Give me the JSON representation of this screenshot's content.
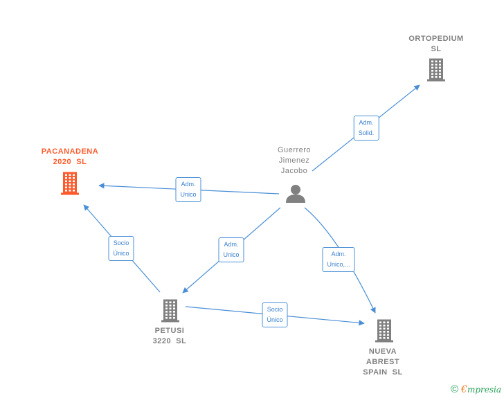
{
  "colors": {
    "edge": "#4a8fd6",
    "node_default": "#808080",
    "node_active": "#ff5a2b",
    "footer_text": "#2aa05a",
    "footer_e": "#f07a1a"
  },
  "nodes": [
    {
      "id": "ortopedium",
      "type": "company",
      "label": "ORTOPEDIUM\nSL",
      "icon": "building-icon"
    },
    {
      "id": "pacanadena",
      "type": "company",
      "active": true,
      "label": "PACANADENA\n2020  SL",
      "icon": "building-icon"
    },
    {
      "id": "guerrero",
      "type": "person",
      "label": "Guerrero\nJimenez\nJacobo",
      "icon": "person-icon"
    },
    {
      "id": "petusi",
      "type": "company",
      "label": "PETUSI\n3220  SL",
      "icon": "building-icon"
    },
    {
      "id": "nueva",
      "type": "company",
      "label": "NUEVA\nABREST\nSPAIN  SL",
      "icon": "building-icon"
    }
  ],
  "edges": [
    {
      "from": "guerrero",
      "to": "ortopedium",
      "label": "Adm.\nSolid."
    },
    {
      "from": "guerrero",
      "to": "pacanadena",
      "label": "Adm.\nUnico"
    },
    {
      "from": "guerrero",
      "to": "petusi",
      "label": "Adm.\nUnico"
    },
    {
      "from": "guerrero",
      "to": "nueva",
      "label": "Adm.\nUnico,..."
    },
    {
      "from": "petusi",
      "to": "pacanadena",
      "label": "Socio\nÚnico"
    },
    {
      "from": "petusi",
      "to": "nueva",
      "label": "Socio\nÚnico"
    }
  ],
  "footer": {
    "copyright": "©",
    "brand_e": "€",
    "brand_rest": "mpresia"
  }
}
